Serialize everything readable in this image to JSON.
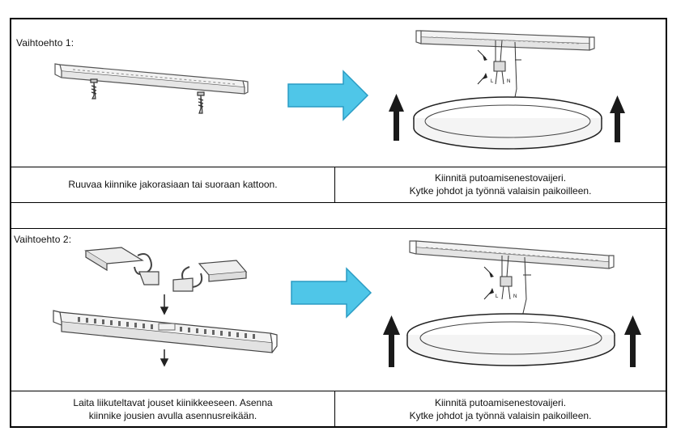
{
  "sections": [
    {
      "option_label": "Vaihtoehto 1:",
      "left_caption": [
        "Ruuvaa kiinnike jakorasiaan tai suoraan kattoon."
      ],
      "right_caption": [
        "Kiinnitä putoamisenestovaijeri.",
        "Kytke johdot ja työnnä valaisin paikoilleen."
      ]
    },
    {
      "option_label": "Vaihtoehto 2:",
      "left_caption": [
        "Laita liikuteltavat jouset kiinikkeeseen. Asenna",
        "kiinnike jousien avulla asennusreikään."
      ],
      "right_caption": [
        "Kiinnitä putoamisenestovaijeri.",
        "Kytke johdot ja työnnä valaisin paikoilleen."
      ]
    }
  ],
  "wire_labels": {
    "live": "L",
    "neutral": "N"
  },
  "colors": {
    "arrow_fill": "#4fc6e8",
    "arrow_stroke": "#2a9cc4",
    "up_arrow": "#1a1a1a"
  }
}
